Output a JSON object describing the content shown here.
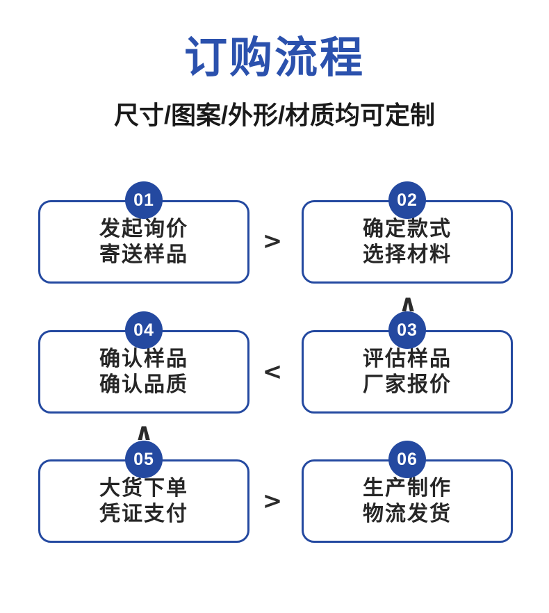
{
  "header": {
    "title": "订购流程",
    "subtitle": "尺寸/图案/外形/材质均可定制",
    "title_color": "#2b51ad",
    "subtitle_color": "#1a1a1a"
  },
  "theme": {
    "accent_blue": "#2449a0",
    "box_border": "#2449a0",
    "badge_bg": "#2449a0",
    "badge_text": "#ffffff",
    "body_text": "#262626",
    "connector": "#2b2b2b",
    "background": "#ffffff"
  },
  "flow": {
    "steps": [
      {
        "number": "01",
        "line1": "发起询价",
        "line2": "寄送样品",
        "position": "row1-left"
      },
      {
        "number": "02",
        "line1": "确定款式",
        "line2": "选择材料",
        "position": "row1-right"
      },
      {
        "number": "03",
        "line1": "评估样品",
        "line2": "厂家报价",
        "position": "row2-right"
      },
      {
        "number": "04",
        "line1": "确认样品",
        "line2": "确认品质",
        "position": "row2-left"
      },
      {
        "number": "05",
        "line1": "大货下单",
        "line2": "凭证支付",
        "position": "row3-left"
      },
      {
        "number": "06",
        "line1": "生产制作",
        "line2": "物流发货",
        "position": "row3-right"
      }
    ],
    "connectors": [
      {
        "glyph": ">",
        "name": "arrow-right-step01-to-step02"
      },
      {
        "glyph": "∧",
        "name": "arrow-up-step03-to-step02"
      },
      {
        "glyph": "<",
        "name": "arrow-left-step03-to-step04"
      },
      {
        "glyph": "∧",
        "name": "arrow-up-step05-to-step04"
      },
      {
        "glyph": ">",
        "name": "arrow-right-step05-to-step06"
      }
    ]
  }
}
